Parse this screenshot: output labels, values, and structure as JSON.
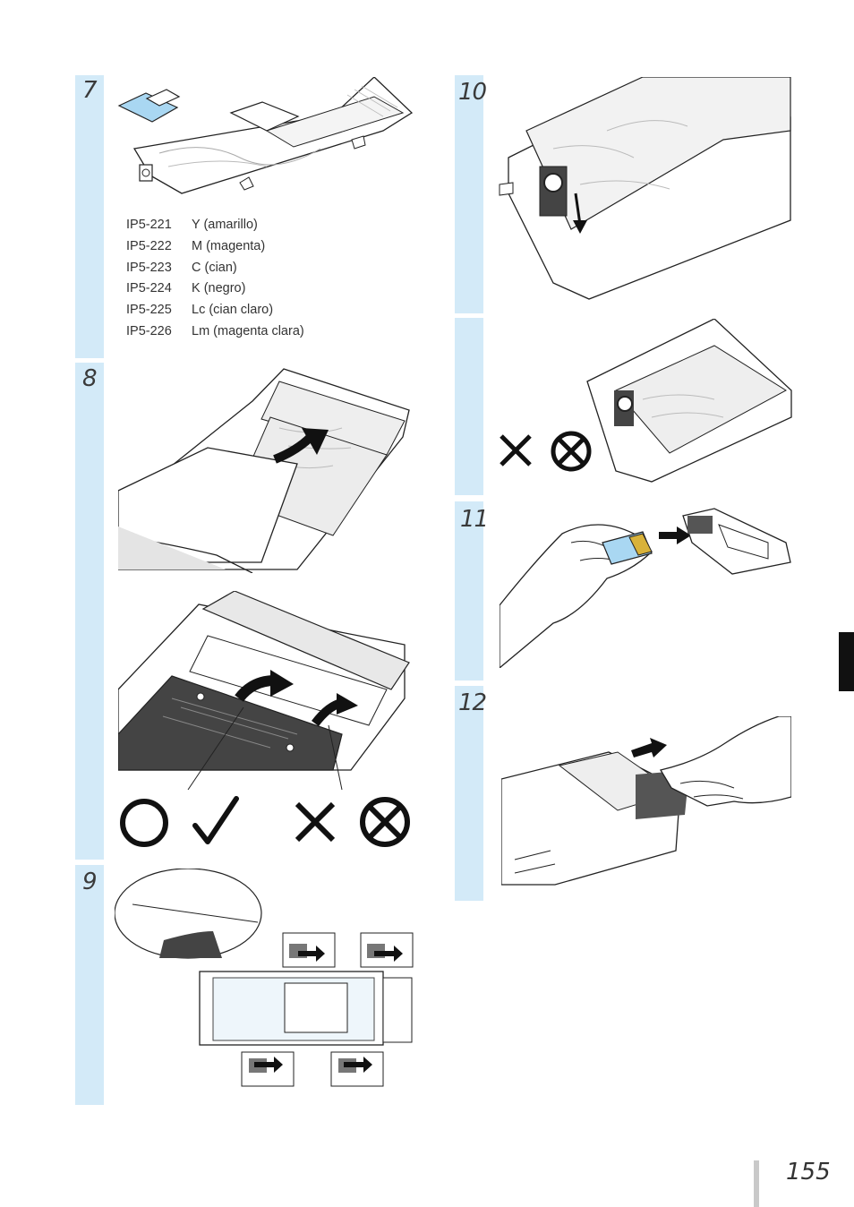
{
  "steps": [
    {
      "num": "7"
    },
    {
      "num": "8"
    },
    {
      "num": "9"
    },
    {
      "num": "10"
    },
    {
      "num": "11"
    },
    {
      "num": "12"
    }
  ],
  "cartridges": [
    {
      "code": "IP5-221",
      "color": "Y (amarillo)"
    },
    {
      "code": "IP5-222",
      "color": "M (magenta)"
    },
    {
      "code": "IP5-223",
      "color": "C (cian)"
    },
    {
      "code": "IP5-224",
      "color": "K (negro)"
    },
    {
      "code": "IP5-225",
      "color": "Lc (cian claro)"
    },
    {
      "code": "IP5-226",
      "color": "Lm (magenta clara)"
    }
  ],
  "page_number": "155",
  "colors": {
    "step_bar": "#d3eaf8",
    "chip": "#a9d7f2",
    "tab": "#111111"
  },
  "icons": [
    "circle-ok-icon",
    "check-icon",
    "cross-icon",
    "circle-cross-icon",
    "arrow-icon"
  ]
}
